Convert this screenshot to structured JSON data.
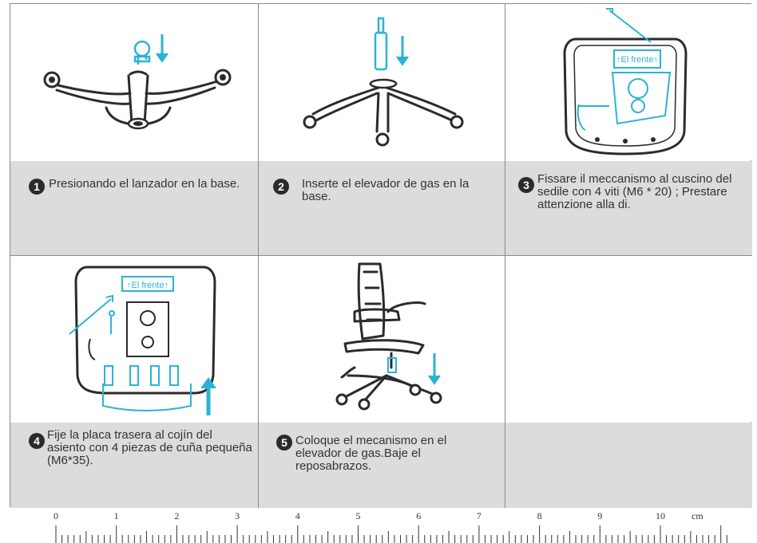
{
  "steps": [
    {
      "number": "1",
      "text": "Presionando el lanzador en la base."
    },
    {
      "number": "2",
      "text": "Inserte el elevador de gas en la base."
    },
    {
      "number": "3",
      "text": "Fissare il meccanismo al cuscino del sedile con 4 viti (M6 * 20) ; Prestare attenzione alla di."
    },
    {
      "number": "4",
      "text": "Fije la placa trasera al cojín del asiento con 4 piezas de cuña pequeña (M6*35)."
    },
    {
      "number": "5",
      "text": "Coloque el mecanismo en el elevador de gas.Baje el reposabrazos."
    }
  ],
  "labels": {
    "front_label_3": "↑El frente↑",
    "front_label_4": "↑El frente↑"
  },
  "ruler": {
    "numbers": [
      "0",
      "1",
      "2",
      "3",
      "4",
      "5",
      "6",
      "7",
      "8",
      "9",
      "10"
    ],
    "unit": "cm"
  },
  "colors": {
    "accent": "#2bb3d6",
    "line": "#2b2b2b",
    "caption_bg": "#dcdcdc",
    "badge": "#2b2b2b"
  }
}
